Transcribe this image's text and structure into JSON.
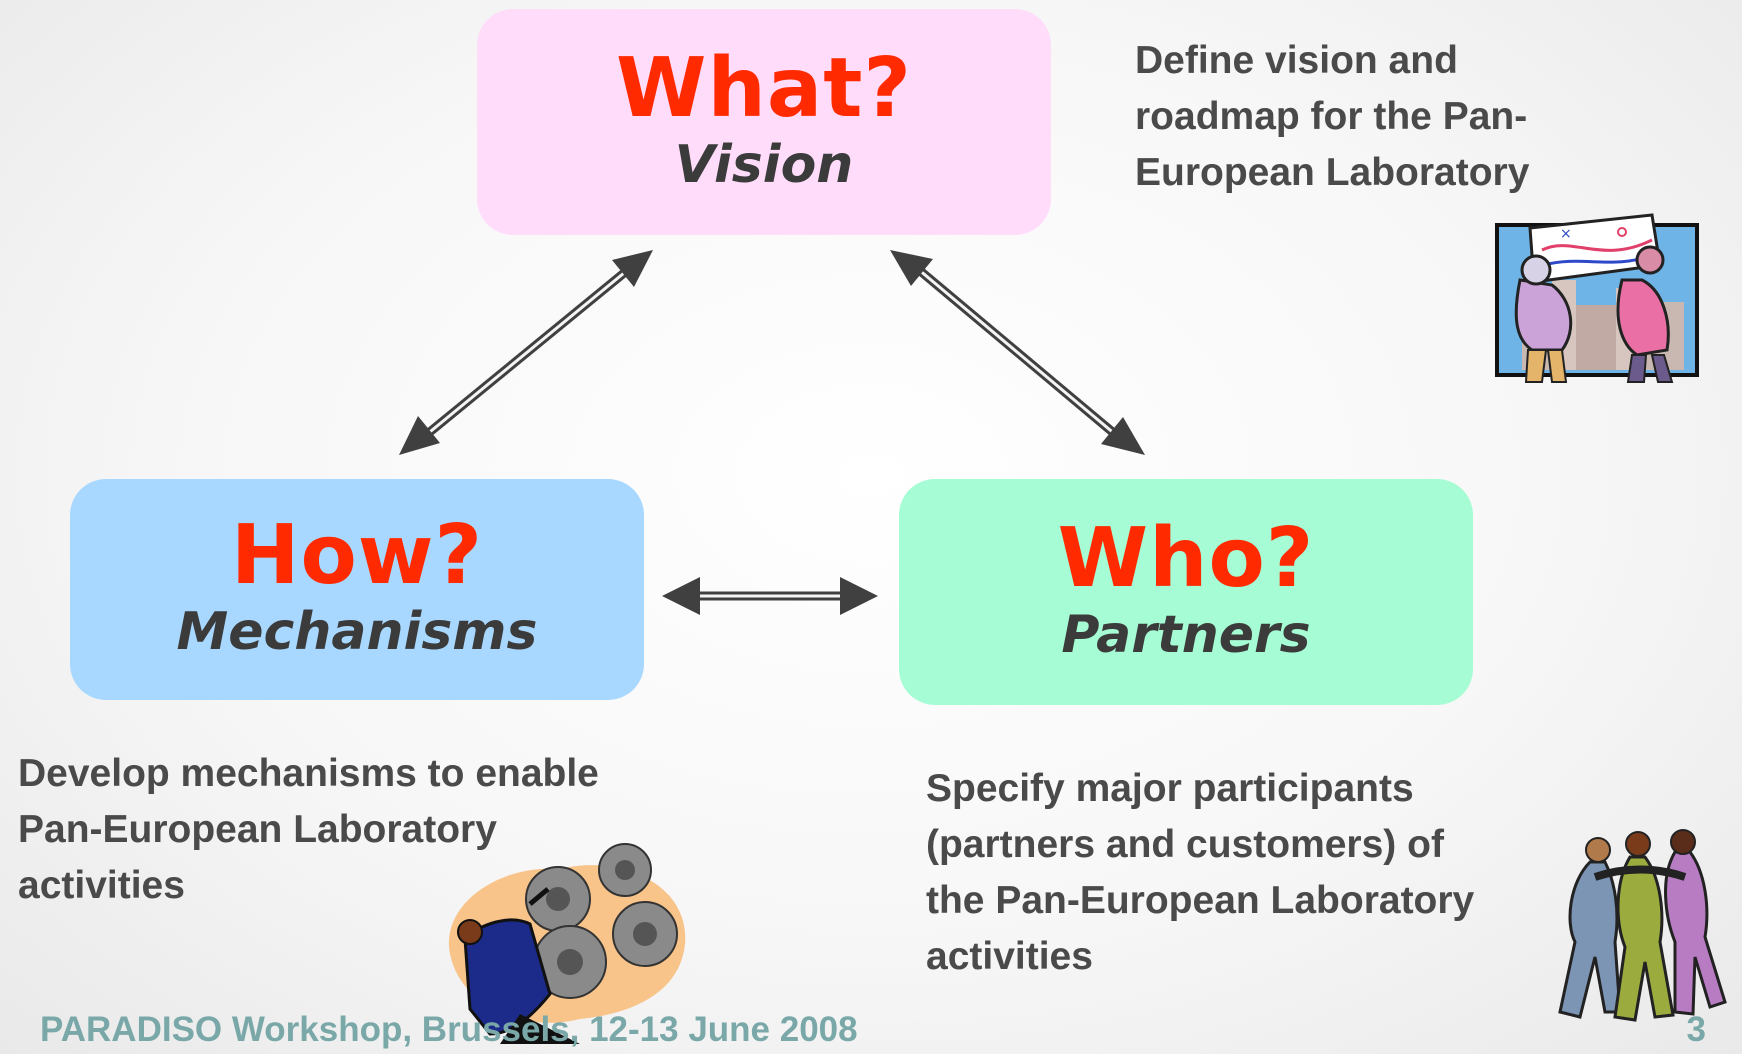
{
  "boxes": {
    "what": {
      "question": "What?",
      "subtitle": "Vision",
      "fill": "#ffdcfa"
    },
    "how": {
      "question": "How?",
      "subtitle": "Mechanisms",
      "fill": "#a8d8ff"
    },
    "who": {
      "question": "Who?",
      "subtitle": "Partners",
      "fill": "#a6fdd5"
    }
  },
  "question_color": "#ff2a00",
  "descriptions": {
    "what": [
      "Define vision and",
      "roadmap for the Pan-",
      "European Laboratory"
    ],
    "how": [
      "Develop mechanisms to enable",
      "Pan-European Laboratory",
      "activities"
    ],
    "who": [
      "Specify major participants",
      "(partners and customers) of",
      "the Pan-European Laboratory",
      "activities"
    ]
  },
  "footer": {
    "text": "PARADISO Workshop, Brussels, 12-13 June 2008",
    "page_number": "3"
  },
  "clipart": [
    "people-at-map-icon",
    "gears-worker-icon",
    "team-huddle-icon"
  ]
}
